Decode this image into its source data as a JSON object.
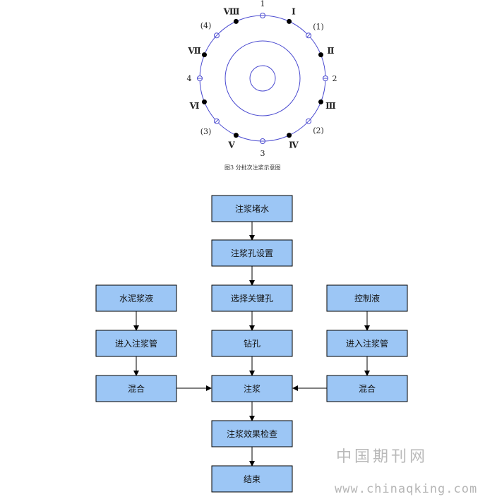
{
  "figure_caption": "图3  分批次注浆示意图",
  "circle_labels": {
    "roman": [
      "Ⅰ",
      "Ⅱ",
      "Ⅲ",
      "Ⅳ",
      "Ⅴ",
      "Ⅵ",
      "Ⅶ",
      "Ⅷ"
    ],
    "arabic": [
      "1",
      "2",
      "3",
      "4"
    ],
    "paren": [
      "(1)",
      "(2)",
      "(3)",
      "(4)"
    ]
  },
  "flow": {
    "center": [
      "注浆堵水",
      "注浆孔设置",
      "选择关键孔",
      "钻孔",
      "注浆",
      "注浆效果检查",
      "结束"
    ],
    "left": [
      "水泥浆液",
      "进入注浆管",
      "混合"
    ],
    "right": [
      "控制液",
      "进入注浆管",
      "混合"
    ]
  },
  "colors": {
    "box_fill": "#9cc6f5",
    "circle_stroke": "#4a4ad0"
  },
  "watermark": {
    "cn": "中国期刊网",
    "url": "www.chinaqking.com"
  }
}
